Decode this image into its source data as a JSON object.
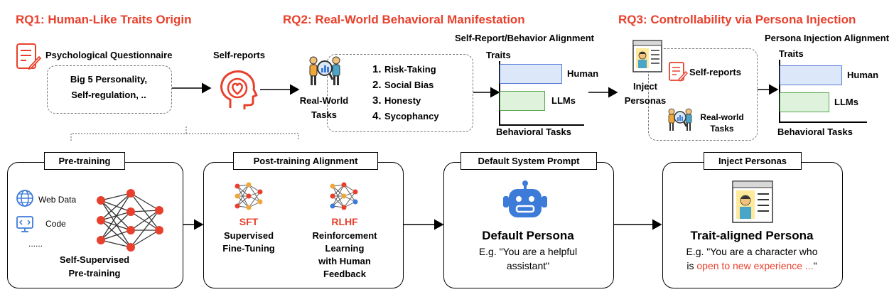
{
  "rq1": {
    "title": "RQ1: Human-Like Traits Origin",
    "questionnaire_label": "Psychological Questionnaire",
    "questionnaire_items_line1": "Big 5 Personality,",
    "questionnaire_items_line2": "Self-regulation, ..",
    "self_reports_label": "Self-reports"
  },
  "rq2": {
    "title": "RQ2: Real-World Behavioral Manifestation",
    "tasks_label_line1": "Real-World",
    "tasks_label_line2": "Tasks",
    "task_list": [
      {
        "num": "1.",
        "name": "Risk-Taking"
      },
      {
        "num": "2.",
        "name": "Social Bias"
      },
      {
        "num": "3.",
        "name": "Honesty"
      },
      {
        "num": "4.",
        "name": "Sycophancy"
      }
    ],
    "chart_title": "Self-Report/Behavior Alignment",
    "y_label": "Traits",
    "x_label": "Behavioral Tasks",
    "bar_human": "Human",
    "bar_llms": "LLMs"
  },
  "rq3": {
    "title": "RQ3: Controllability via Persona Injection",
    "inject_line1": "Inject",
    "inject_line2": "Personas",
    "self_reports_label": "Self-reports",
    "realworld_line1": "Real-world",
    "realworld_line2": "Tasks",
    "chart_title": "Persona Injection Alignment",
    "y_label": "Traits",
    "x_label": "Behavioral Tasks",
    "bar_human": "Human",
    "bar_llms": "LLMs"
  },
  "stages": {
    "pretraining": {
      "label": "Pre-training",
      "web_data": "Web Data",
      "code": "Code",
      "more": "......",
      "caption_line1": "Self-Supervised",
      "caption_line2": "Pre-training"
    },
    "posttraining": {
      "label": "Post-training Alignment",
      "sft": "SFT",
      "sft_line1": "Supervised",
      "sft_line2": "Fine-Tuning",
      "rlhf": "RLHF",
      "rlhf_line1": "Reinforcement",
      "rlhf_line2": "Learning",
      "rlhf_line3": "with Human",
      "rlhf_line4": "Feedback"
    },
    "default_prompt": {
      "label": "Default System Prompt",
      "persona_title": "Default Persona",
      "example_line1": "E.g. \"You are a helpful",
      "example_line2": "assistant\""
    },
    "inject_personas": {
      "label": "Inject Personas",
      "persona_title": "Trait-aligned Persona",
      "example_line1": "E.g. \"You are a character who",
      "example_line2_prefix": "is ",
      "example_line2_red": "open to new experience ...",
      "example_line2_suffix": "\""
    }
  },
  "colors": {
    "accent_red": "#e8402c",
    "human_bar": "#dde7fa",
    "llm_bar": "#dff2dc",
    "robot_blue": "#3d7bd9"
  },
  "icons": [
    "document-icon",
    "head-heart-icon",
    "people-analysis-icon",
    "persona-card-icon",
    "globe-icon",
    "code-icon",
    "neural-network-icon",
    "robot-icon"
  ]
}
